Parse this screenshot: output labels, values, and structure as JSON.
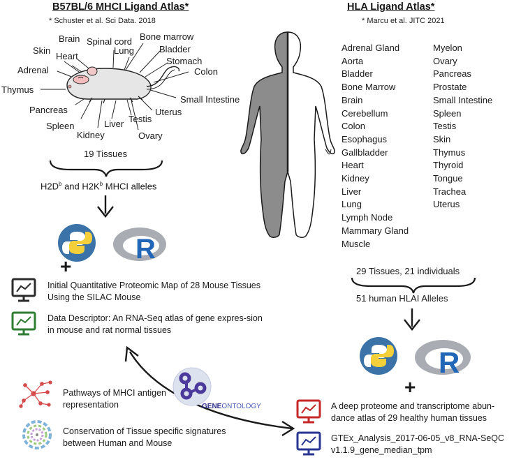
{
  "mouse_section": {
    "title": "B57BL/6 MHCI Ligand Atlas*",
    "citation": "* Schuster et al. Sci Data. 2018",
    "tissue_labels": {
      "brain": "Brain",
      "spinal_cord": "Spinal cord",
      "bone_marrow": "Bone marrow",
      "skin": "Skin",
      "heart": "Heart",
      "lung": "Lung",
      "bladder": "Bladder",
      "adrenal": "Adrenal",
      "stomach": "Stomach",
      "colon": "Colon",
      "thymus": "Thymus",
      "small_intestine": "Small Intestine",
      "pancreas": "Pancreas",
      "uterus": "Uterus",
      "testis": "Testis",
      "spleen": "Spleen",
      "liver": "Liver",
      "kidney": "Kidney",
      "ovary": "Ovary"
    },
    "tissue_count": "19 Tissues",
    "alleles": {
      "pre": "H2D",
      "sup1": "b",
      "mid": " and H2K",
      "sup2": "b",
      "post": " MHCI alleles"
    },
    "datasets": [
      {
        "text": "Initial Quantitative Proteomic Map of 28 Mouse Tissues Using the SILAC Mouse",
        "color": "#2b2b2b"
      },
      {
        "text": "Data Descriptor: An RNA-Seq atlas of gene expres-sion in mouse and rat normal tissues",
        "color": "#2e7d32"
      }
    ]
  },
  "human_section": {
    "title": "HLA Ligand Atlas*",
    "citation": "* Marcu et al. JITC 2021",
    "tissues_col1": [
      "Adrenal Gland",
      "Aorta",
      "Bladder",
      "Bone Marrow",
      "Brain",
      "Cerebellum",
      "Colon",
      "Esophagus",
      "Gallbladder",
      "Heart",
      "Kidney",
      "Liver",
      "Lung",
      "Lymph Node",
      "Mammary Gland",
      "Muscle"
    ],
    "tissues_col2": [
      "Myelon",
      "Ovary",
      "Pancreas",
      "Prostate",
      "Small Intestine",
      "Spleen",
      "Testis",
      "Skin",
      "Thymus",
      "Thyroid",
      "Tongue",
      "Trachea",
      "Uterus"
    ],
    "tissue_count": "29 Tissues, 21 individuals",
    "alleles": "51 human HLAI Alleles",
    "datasets": [
      {
        "text": "A deep proteome and transcriptome abun-dance atlas of 29 healthy human tissues",
        "color": "#c62828"
      },
      {
        "text": "GTEx_Analysis_2017-06-05_v8_RNA-SeQCv1.1.9_gene_median_tpm",
        "color": "#283593"
      }
    ]
  },
  "shared": {
    "pathways": "Pathways of MHCI antigen representation",
    "conservation": "Conservation of Tissue specific signatures between Human and Mouse",
    "gene_ontology": {
      "gene": "GENE",
      "ontology": "ONTOLOGY"
    },
    "plus": "+",
    "r_letter": "R"
  },
  "colors": {
    "python_blue": "#3b73a8",
    "python_yellow": "#f5cf3a",
    "r_blue": "#2266b8",
    "r_gray": "#a9adb3",
    "go_purple": "#4b3a9c",
    "body_gray": "#8c8c8c"
  }
}
